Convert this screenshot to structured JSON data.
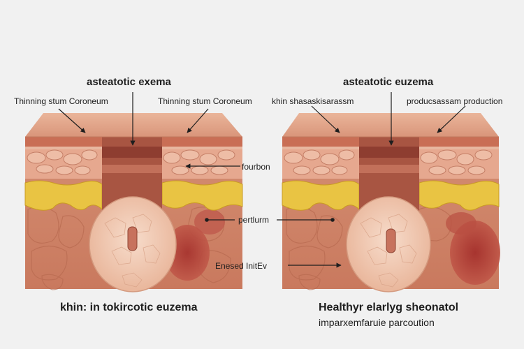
{
  "left_panel": {
    "title": "asteatotic exema",
    "label_top_left": "Thinning stum Coroneum",
    "label_top_right": "Thinning stum Coroneum",
    "caption": "khin: in tokircotic euzema"
  },
  "right_panel": {
    "title": "asteatotic euzema",
    "label_top_left": "khin shasaskisarassm",
    "label_top_right": "producsassam production",
    "caption_line1": "Healthyr elarlyg sheonatol",
    "caption_line2": "imparxemfaruie parcoution"
  },
  "center_labels": {
    "upper": "fourbon",
    "middle": "pertlurm",
    "lower": "Enesed InitEv"
  },
  "colors": {
    "background": "#f1f1f1",
    "epidermis": "#e2a48a",
    "fat_layer": "#e9c443",
    "dermis": "#cd8266",
    "lesion": "#b2463c",
    "follicle": "#f1c6ad"
  }
}
